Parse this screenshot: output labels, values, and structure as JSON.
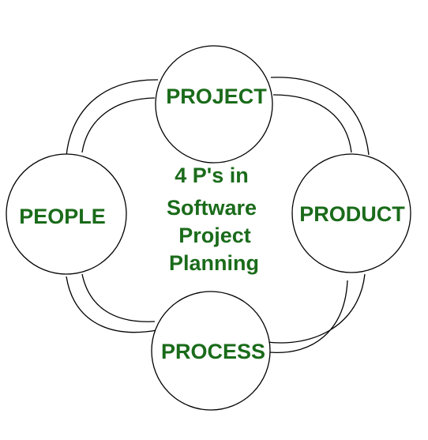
{
  "diagram": {
    "center_text": {
      "line1": "4 P's in",
      "line2": "Software",
      "line3": "Project",
      "line4": "Planning"
    },
    "nodes": {
      "project": "PROJECT",
      "product": "PRODUCT",
      "process": "PROCESS",
      "people": "PEOPLE"
    },
    "colors": {
      "text": "#1a6b1a",
      "stroke": "#000000",
      "fill": "#ffffff"
    }
  }
}
